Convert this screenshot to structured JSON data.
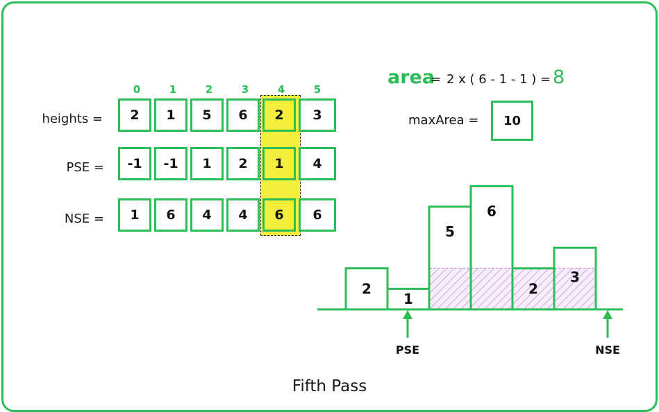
{
  "colors": {
    "green": "#2bbd57",
    "highlight": "#f3ee3c",
    "hatch": "#b98ad6"
  },
  "caption": "Fifth Pass",
  "indices": [
    "0",
    "1",
    "2",
    "3",
    "4",
    "5"
  ],
  "rows": [
    {
      "label": "heights =",
      "values": [
        "2",
        "1",
        "5",
        "6",
        "2",
        "3"
      ]
    },
    {
      "label": "PSE =",
      "values": [
        "-1",
        "-1",
        "1",
        "2",
        "1",
        "4"
      ]
    },
    {
      "label": "NSE =",
      "values": [
        "1",
        "6",
        "4",
        "4",
        "6",
        "6"
      ]
    }
  ],
  "highlight_index": 4,
  "formula": {
    "keyword": "area",
    "equals": "=",
    "expression": "2 x ( 6 - 1 - 1 ) =",
    "result": "8"
  },
  "max_area": {
    "label": "maxArea =",
    "value": "10"
  },
  "histogram": {
    "bars": [
      {
        "label": "2",
        "height": 2
      },
      {
        "label": "1",
        "height": 1
      },
      {
        "label": "5",
        "height": 5
      },
      {
        "label": "6",
        "height": 6
      },
      {
        "label": "2",
        "height": 2
      },
      {
        "label": "3",
        "height": 3
      }
    ],
    "highlight_range": [
      2,
      5
    ],
    "highlight_height": 2,
    "pse_label": "PSE",
    "nse_label": "NSE"
  }
}
